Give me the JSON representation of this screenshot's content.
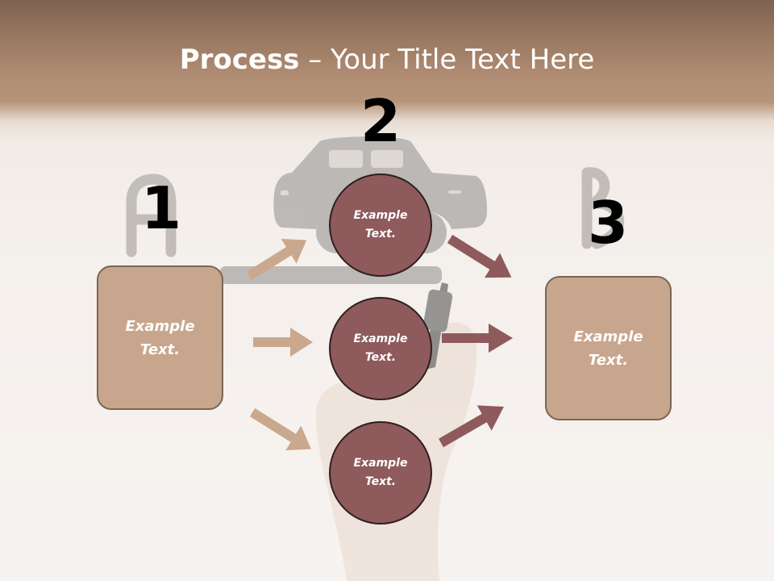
{
  "slide": {
    "title_bold": "Process",
    "title_rest": " – Your Title Text Here",
    "numbers": [
      "1",
      "2",
      "3"
    ],
    "left_box_text": "Example\nText.",
    "right_box_text": "Example\nText.",
    "circles": [
      "Example\nText.",
      "Example\nText.",
      "Example\nText."
    ]
  },
  "colors": {
    "banner": "#b28e74",
    "box_fill": "#c8a68d",
    "box_border": "#7a6555",
    "circle_fill": "#8e5a5c",
    "left_arrows": "#c9a88e",
    "right_arrows": "#8e5a5c",
    "title_text": "#ffffff",
    "number_text": "#000000"
  },
  "icons": [
    "car-sketch-icon",
    "letter-a-sketch-icon",
    "letter-b-sketch-icon",
    "hand-with-marker-icon",
    "arrow-icon"
  ]
}
